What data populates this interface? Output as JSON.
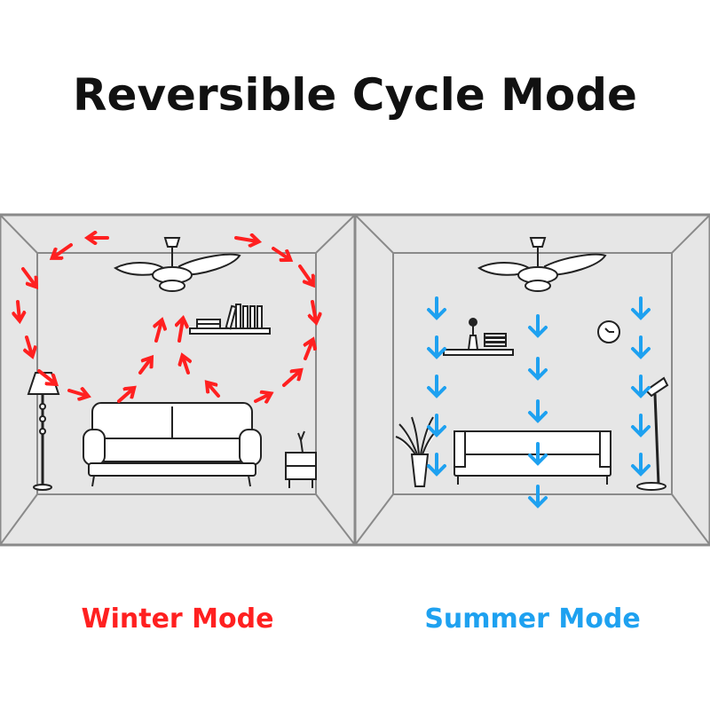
{
  "title": "Reversible Cycle Mode",
  "panels": {
    "winter": {
      "label": "Winter Mode",
      "color": "#ff2020",
      "arrow_icon": "red-arrow-icon"
    },
    "summer": {
      "label": "Summer Mode",
      "color": "#1ea1f0",
      "arrow_icon": "blue-arrow-icon"
    }
  },
  "colors": {
    "room_fill": "#e6e6e6",
    "room_border": "#8a8a8a",
    "line_art": "#222222"
  }
}
